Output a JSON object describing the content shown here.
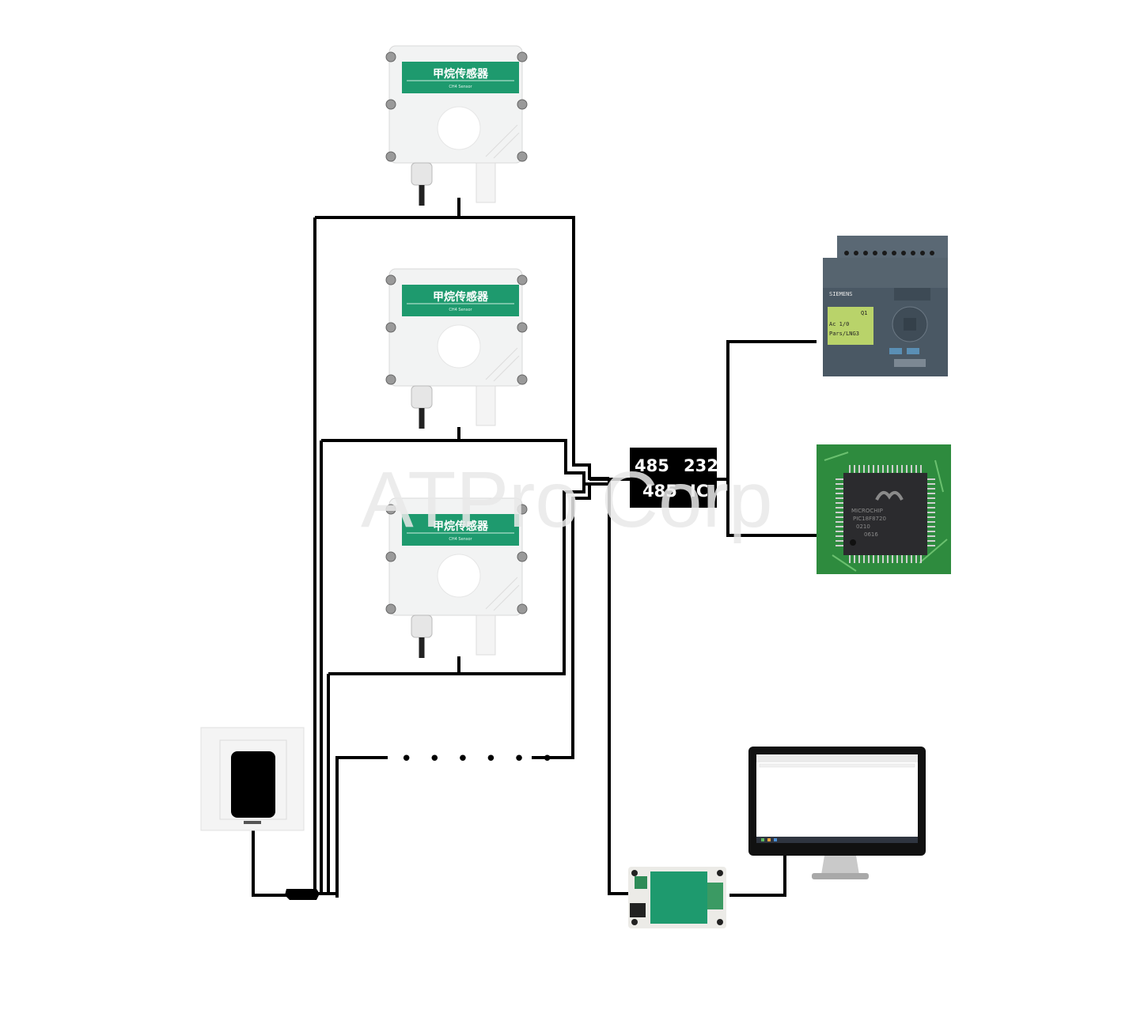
{
  "diagram": {
    "title": "CH4 sensor RS485 network connection diagram",
    "sensors": [
      {
        "title": "甲烷传感器",
        "subtitle": "CH4 Sensor"
      },
      {
        "title": "甲烷传感器",
        "subtitle": "CH4 Sensor"
      },
      {
        "title": "甲烷传感器",
        "subtitle": "CH4 Sensor"
      }
    ],
    "converter_box": {
      "top_left": "485",
      "top_right": "232",
      "bottom_left": "485",
      "bottom_right": "IC"
    },
    "devices": {
      "plc": {
        "name": "PLC controller",
        "brand": "SIEMENS",
        "screen_lines": [
          "Q1",
          "Ac 1/0",
          "Pars/LNG3"
        ]
      },
      "microcontroller": {
        "name": "Microcontroller chip",
        "brand": "MICROCHIP",
        "lines": [
          "PIC18F8720",
          "0210",
          "0616"
        ]
      },
      "computer": {
        "name": "Computer monitor"
      },
      "usb_converter": {
        "name": "USB to 485 converter"
      },
      "power_adapter": {
        "name": "Wall power adapter"
      }
    },
    "continuation": "• • • • • •",
    "watermark": "ATPro Corp",
    "colors": {
      "sensor_green": "#1e9a6e",
      "wire": "#000000",
      "box": "#000000",
      "pcb_green": "#2e8b3e",
      "plc_body": "#4a5864",
      "lcd": "#b9d36a"
    }
  }
}
